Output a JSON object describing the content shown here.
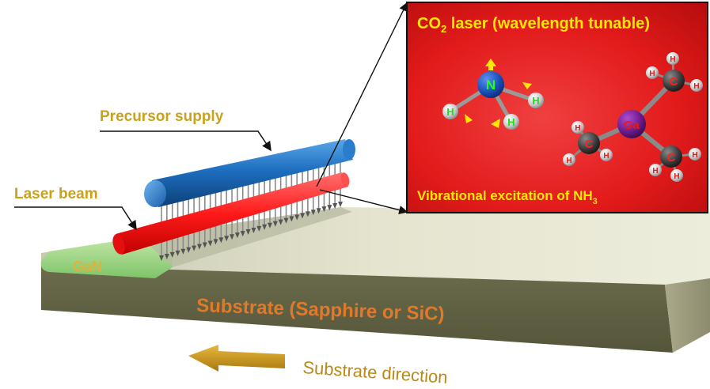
{
  "labels": {
    "precursor_supply": "Precursor supply",
    "laser_beam": "Laser beam",
    "gan": "GaN",
    "substrate": "Substrate (Sapphire or SiC)",
    "substrate_direction": "Substrate direction"
  },
  "inset": {
    "title_prefix": "CO",
    "title_sub": "2",
    "title_suffix": " laser (wavelength tunable)",
    "caption_prefix": "Vibrational excitation of NH",
    "caption_sub": "3",
    "atoms": {
      "nitrogen": "N",
      "hydrogen": "H",
      "gallium": "Ga",
      "carbon": "C"
    }
  },
  "colors": {
    "label_gold": "#c9a21a",
    "substrate_text": "#e07a2a",
    "inset_red": "#e21a1a",
    "inset_text": "#ffe800",
    "laser_red": "#ff1a1a",
    "pipe_blue": "#1e6fc0"
  }
}
